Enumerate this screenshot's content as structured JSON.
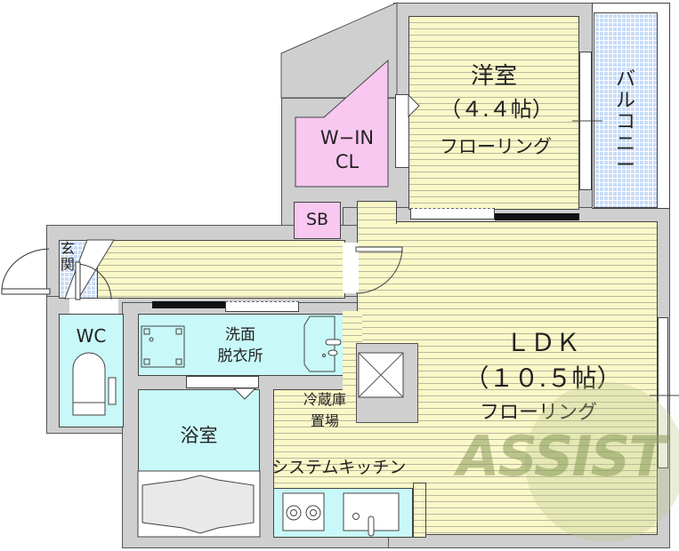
{
  "floorplan": {
    "rooms": {
      "western_room": {
        "name": "洋室",
        "size": "（４.４帖）",
        "flooring": "フローリング"
      },
      "balcony": {
        "name": "バルコニー"
      },
      "walk_in_closet": {
        "line1": "W−IN",
        "line2": "CL"
      },
      "shoe_box": {
        "name": "SB"
      },
      "entrance": {
        "name": "玄関"
      },
      "toilet": {
        "name": "WC"
      },
      "washroom": {
        "line1": "洗面",
        "line2": "脱衣所"
      },
      "bathroom": {
        "name": "浴室"
      },
      "fridge_space": {
        "line1": "冷蔵庫",
        "line2": "置場"
      },
      "kitchen": {
        "name": "システムキッチン"
      },
      "ldk": {
        "name": "ＬＤＫ",
        "size": "（１０.５帖）",
        "flooring": "フローリング"
      }
    },
    "watermark": {
      "text": "ASSIST"
    },
    "colors": {
      "wall": "#cfcfcf",
      "flooring": "#fbf8c8",
      "closet": "#f8c8f0",
      "wet_area": "#c8f8f8",
      "tile": "#c8dcf8",
      "watermark": "#8faa4a"
    }
  }
}
